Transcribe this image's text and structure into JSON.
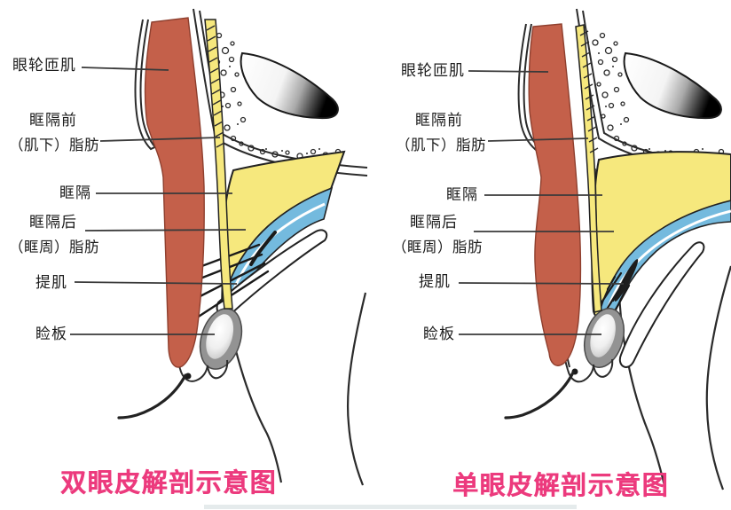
{
  "colors": {
    "background": "#ffffff",
    "muscle_red": "#c4604a",
    "muscle_red_edge": "#8e3f2e",
    "fat_yellow": "#f6e87d",
    "levator_blue": "#74bade",
    "tarsus_gray": "#939393",
    "outline_dark": "#2b2b2b",
    "title_pink": "#ec3a7d",
    "label_text": "#1c1c1c"
  },
  "figures": {
    "left": {
      "title": "双眼皮解剖示意图",
      "labels": {
        "orbicularis": "眼轮匝肌",
        "preseptal_line1": "眶隔前",
        "preseptal_line2": "（肌下）脂肪",
        "septum": "眶隔",
        "postseptal_line1": "眶隔后",
        "postseptal_line2": "（眶周）脂肪",
        "levator": "提肌",
        "tarsus": "睑板"
      }
    },
    "right": {
      "title": "单眼皮解剖示意图",
      "labels": {
        "orbicularis": "眼轮匝肌",
        "preseptal_line1": "眶隔前",
        "preseptal_line2": "（肌下）脂肪",
        "septum": "眶隔",
        "postseptal_line1": "眶隔后",
        "postseptal_line2": "（眶周）脂肪",
        "levator": "提肌",
        "tarsus": "睑板"
      }
    }
  }
}
